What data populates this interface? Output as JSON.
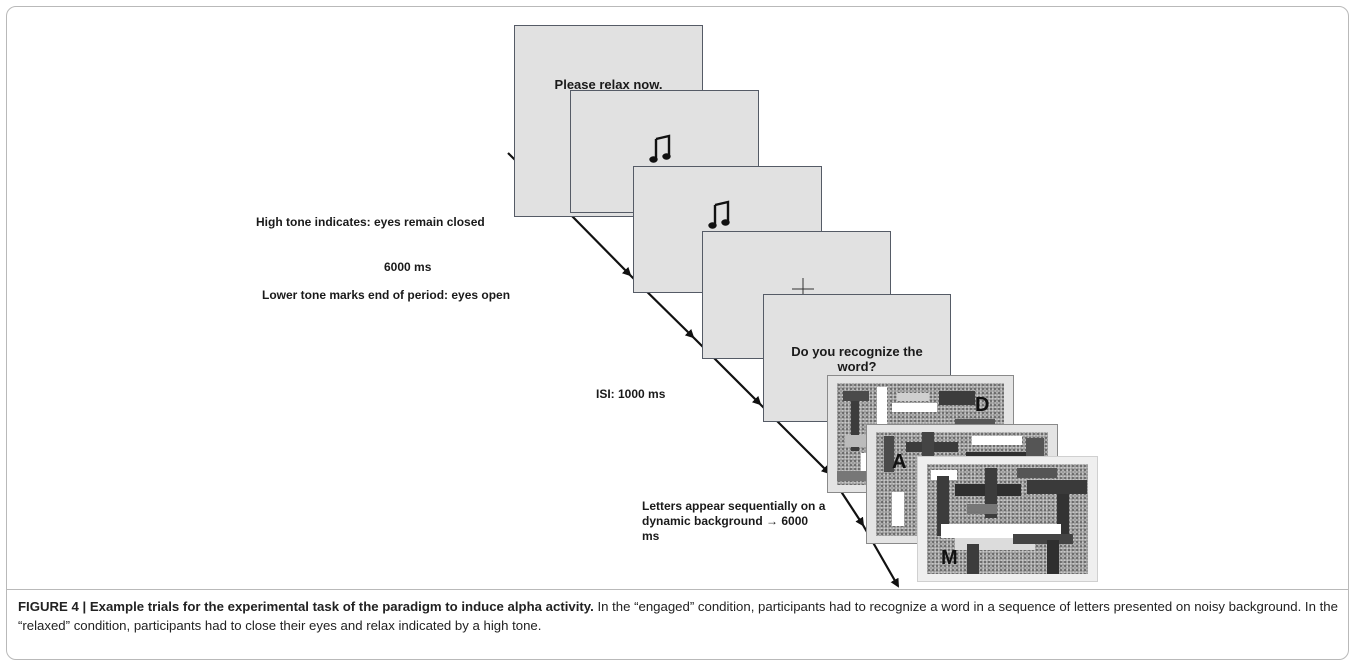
{
  "screens": {
    "relax_text": "Please relax now.",
    "note_glyph": "♫",
    "question_text": "Do you recognize the word?"
  },
  "stimuli": {
    "letter_1": "D",
    "letter_2": "A",
    "letter_3": "M"
  },
  "labels": {
    "high_tone": "High tone indicates: eyes remain closed",
    "duration_6000": "6000 ms",
    "lower_tone": "Lower tone marks end of period: eyes open",
    "isi": "ISI: 1000 ms",
    "letters_sequence": "Letters appear sequentially on a dynamic background → 6000 ms"
  },
  "caption": {
    "figure_label": "FIGURE 4 | Example trials for the experimental task of the paradigm to induce alpha activity.",
    "body": " In the “engaged” condition, participants had to recognize a word in a sequence of letters presented on noisy background. In the “relaxed” condition, participants had to close their eyes and relax indicated by a high tone."
  },
  "colors": {
    "screen_fill": "#e1e1e1",
    "screen_border": "#555b66",
    "frame_border": "#b9b9b9"
  }
}
